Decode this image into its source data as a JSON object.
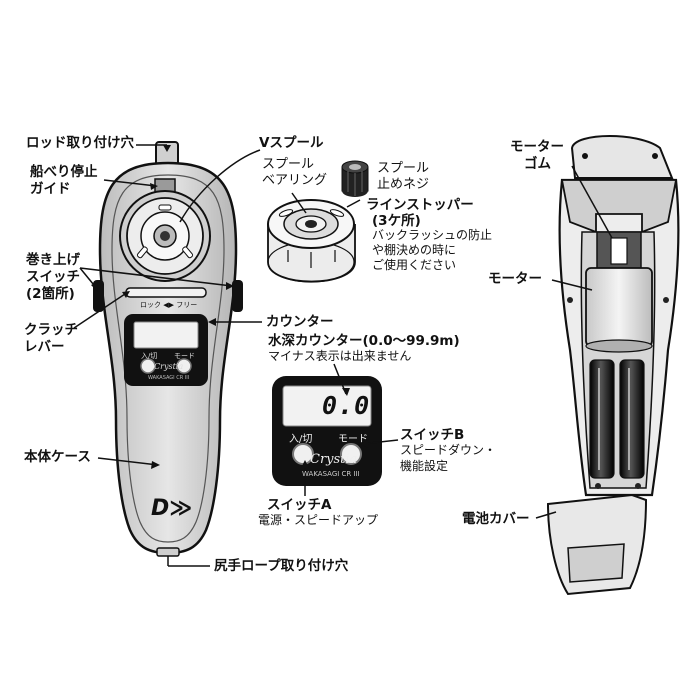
{
  "labels": {
    "rod_hole": "ロッド取り付け穴",
    "gunwale_guide_1": "船べり停止",
    "gunwale_guide_2": "ガイド",
    "reel_switch_1": "巻き上げ",
    "reel_switch_2": "スイッチ",
    "reel_switch_3": "(2箇所)",
    "clutch_1": "クラッチ",
    "clutch_2": "レバー",
    "body_case": "本体ケース",
    "tail_rope_hole": "尻手ロープ取り付け穴",
    "v_spool": "Vスプール",
    "spool_bearing_1": "スプール",
    "spool_bearing_2": "ベアリング",
    "spool_nut_1": "スプール",
    "spool_nut_2": "止めネジ",
    "line_stopper_1": "ラインストッパー",
    "line_stopper_2": "(3ケ所)",
    "line_stopper_3": "バックラッシュの防止",
    "line_stopper_4": "や棚決めの時に",
    "line_stopper_5": "ご使用ください",
    "counter": "カウンター",
    "depth_counter_1": "水深カウンター(0.0〜99.9m)",
    "depth_counter_2": "マイナス表示は出来ません",
    "switch_b_1": "スイッチB",
    "switch_b_2": "スピードダウン・",
    "switch_b_3": "機能設定",
    "switch_a_1": "スイッチA",
    "switch_a_2": "電源・スピードアップ",
    "motor_rubber_1": "モーター",
    "motor_rubber_2": "ゴム",
    "motor": "モーター",
    "battery_cover": "電池カバー"
  },
  "device": {
    "lock_free": "ロック ◀▶ フリー",
    "btn_power": "入/切",
    "btn_mode": "モード",
    "brand": "Crystia",
    "model": "WAKASAGI CR III",
    "maker_logo": "D≫",
    "lcd_value": "0.0"
  },
  "colors": {
    "outline": "#111111",
    "case_gray": "#dcdcdc",
    "case_dark": "#a8a8a8",
    "lcd_face": "#f2f2f2",
    "black": "#000000"
  }
}
